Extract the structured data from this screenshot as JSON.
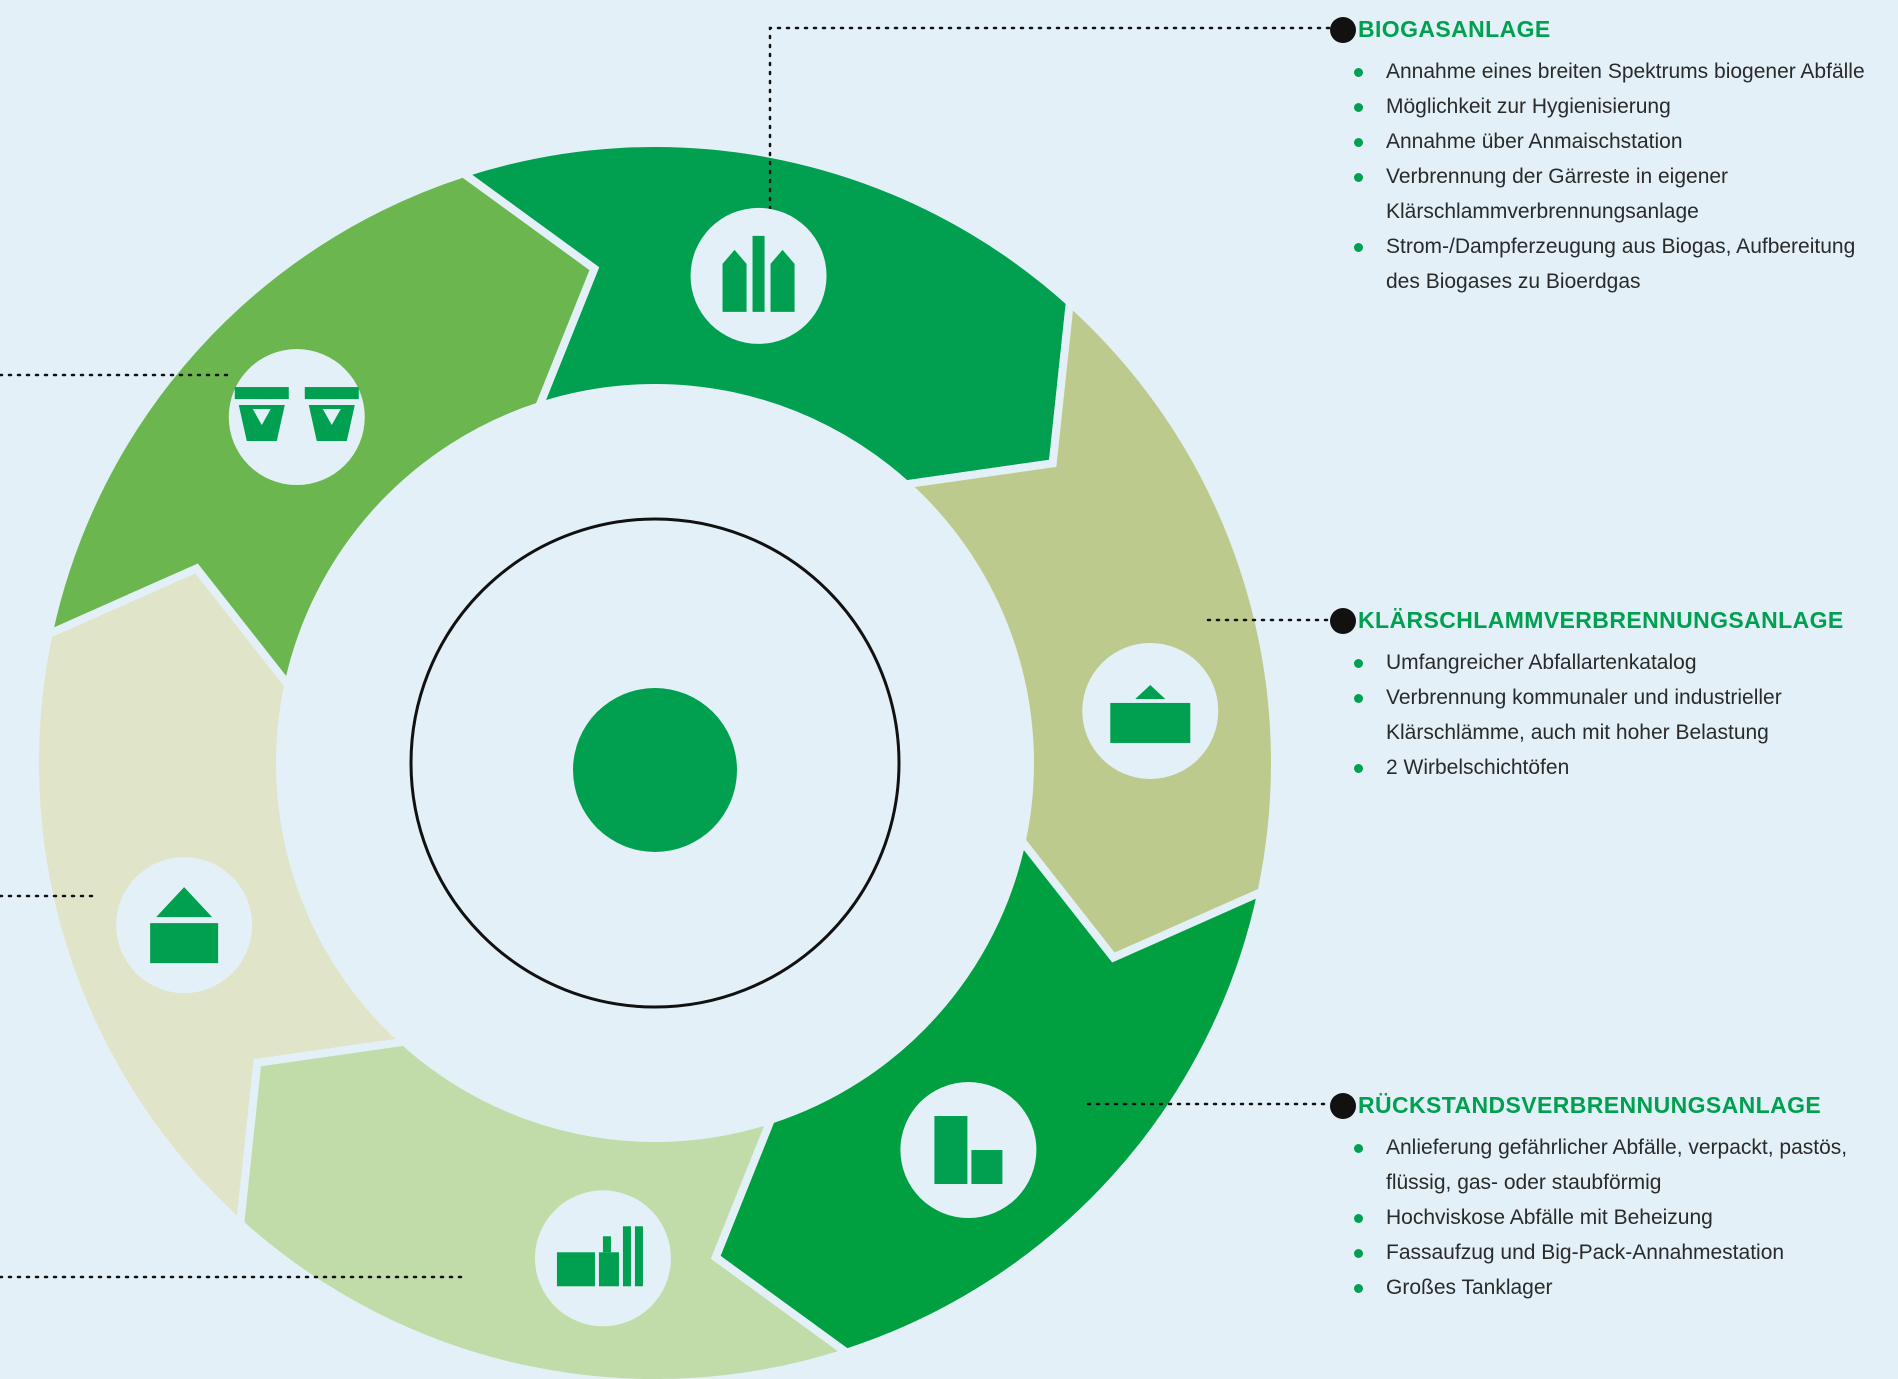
{
  "colors": {
    "background": "#e3f0f7",
    "accent": "#00a050",
    "segments": [
      "#00a050",
      "#bccb8d",
      "#00a040",
      "#c1dca8",
      "#e0e5ca",
      "#6cb64f"
    ]
  },
  "segment_icons": [
    "biogas-plant-icon",
    "sludge-incineration-icon",
    "residue-incineration-icon",
    "industrial-plant-icon",
    "building-icon",
    "container-icon"
  ],
  "panels": [
    {
      "id": "biogas",
      "title": "BIOGASANLAGE",
      "items": [
        "Annahme eines breiten Spektrums biogener Abfälle",
        "Möglichkeit zur Hygienisierung",
        "Annahme über Anmaischstation",
        "Verbrennung der Gärreste in eigener Klärschlammverbrennungsanlage",
        "Strom-/Dampferzeugung aus Biogas, Aufbereitung des Biogases zu Bioerdgas"
      ]
    },
    {
      "id": "klaerschlamm",
      "title": "KLÄRSCHLAMMVERBRENNUNGSANLAGE",
      "items": [
        "Umfangreicher Abfallartenkatalog",
        "Verbrennung kommunaler und industrieller Klärschlämme, auch mit hoher Belastung",
        "2 Wirbelschichtöfen"
      ]
    },
    {
      "id": "rueckstand",
      "title": "RÜCKSTANDSVERBRENNUNGSANLAGE",
      "items": [
        "Anlieferung gefährlicher Abfälle, verpackt, pastös, flüssig, gas- oder staubförmig",
        "Hochviskose Abfälle mit Beheizung",
        "Fassaufzug und Big-Pack-Annahmestation",
        "Großes Tanklager"
      ]
    }
  ]
}
